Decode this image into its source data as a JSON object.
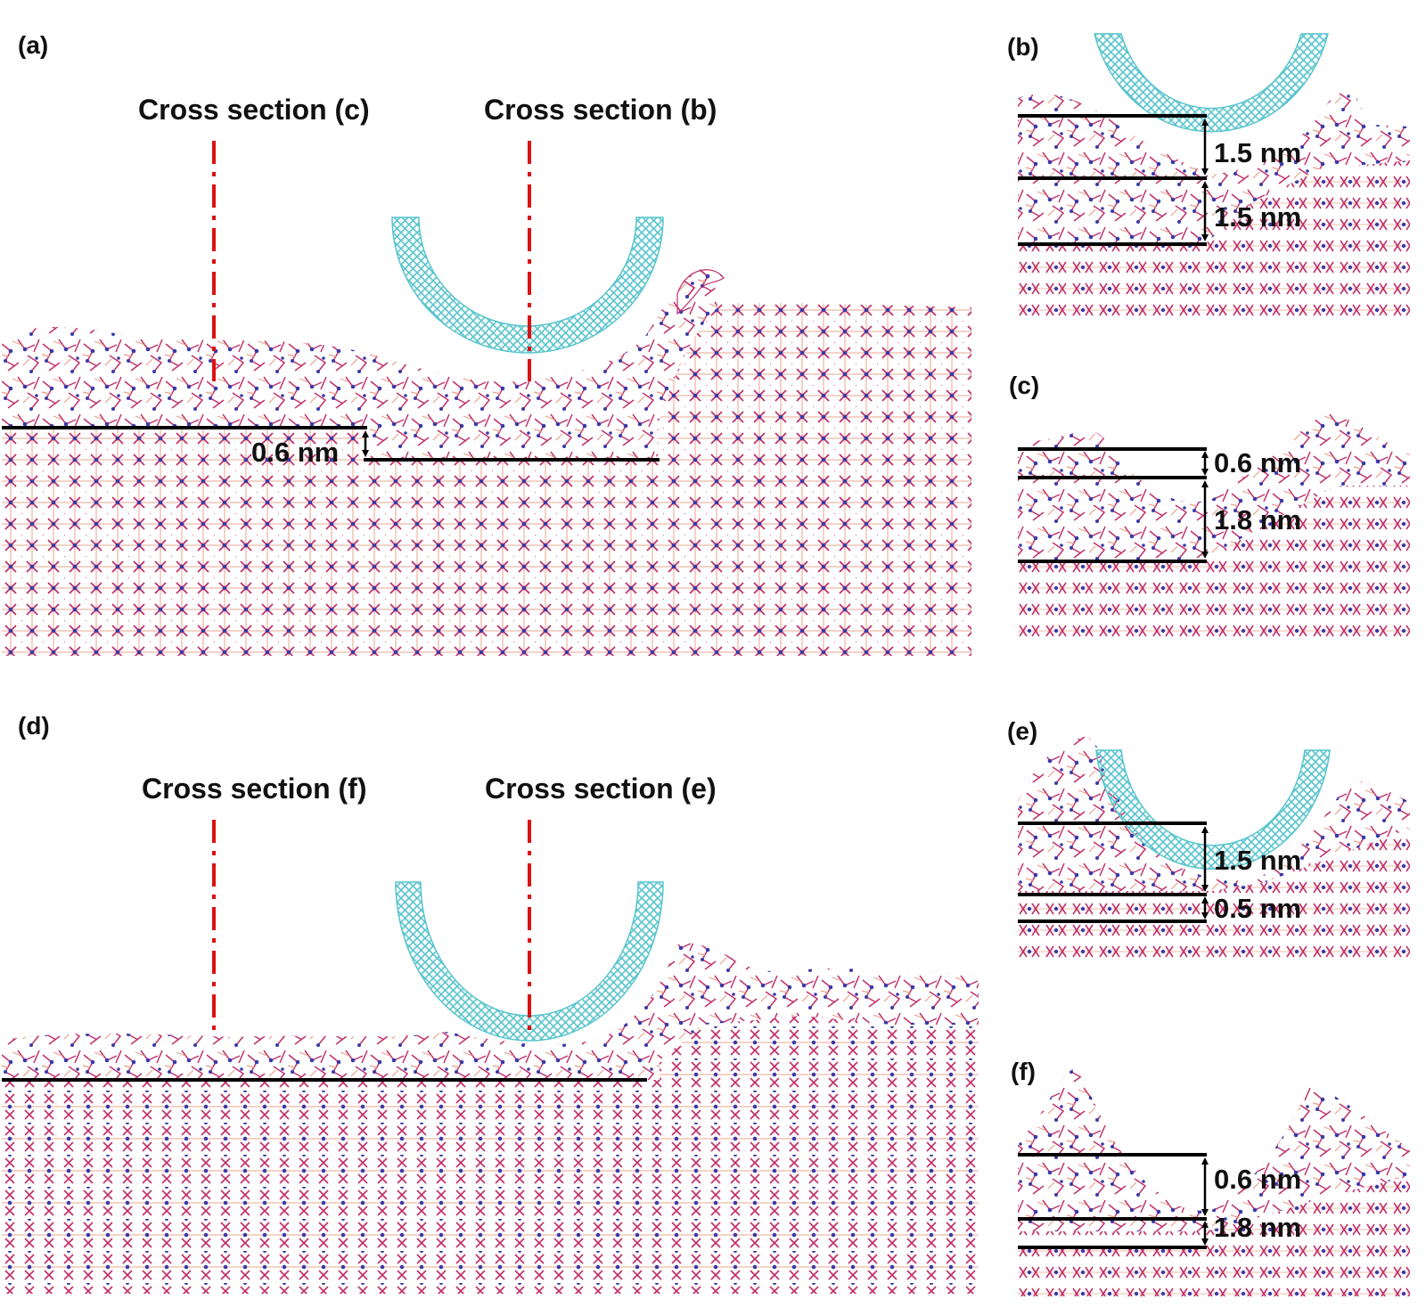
{
  "panels": {
    "a": {
      "label": "(a)",
      "section_left": "Cross section (c)",
      "section_right": "Cross section (b)",
      "depth": "0.6 nm"
    },
    "b": {
      "label": "(b)",
      "upper": "1.5 nm",
      "lower": "1.5 nm"
    },
    "c": {
      "label": "(c)",
      "upper": "0.6 nm",
      "lower": "1.8 nm"
    },
    "d": {
      "label": "(d)",
      "section_left": "Cross section (f)",
      "section_right": "Cross section (e)"
    },
    "e": {
      "label": "(e)",
      "upper": "1.5 nm",
      "lower": "0.5 nm"
    },
    "f": {
      "label": "(f)",
      "upper": "0.6 nm",
      "lower": "1.8 nm"
    }
  },
  "colors": {
    "bond": "#e2a0a8",
    "bond_accent": "#c0306a",
    "atom": "#3a3aa8",
    "tool": "#58c4cc",
    "cut_line": "#dd1111",
    "marker": "#000000"
  }
}
